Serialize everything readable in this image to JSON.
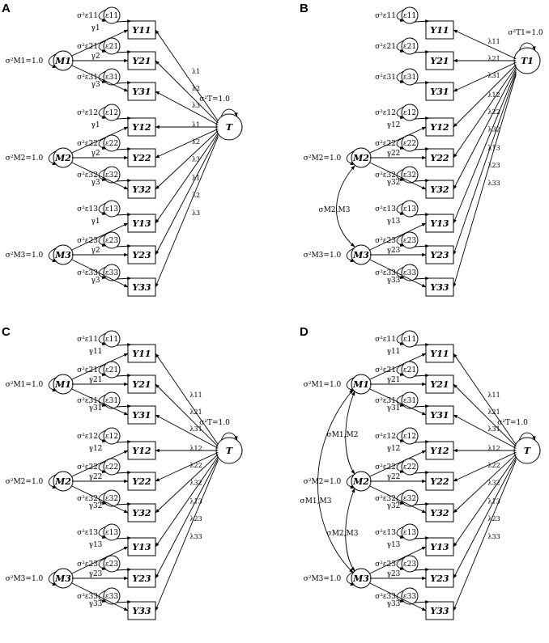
{
  "panels": [
    {
      "letter": "A",
      "m_labels": [
        "M1",
        "M2",
        "M3"
      ],
      "m_var_labels": [
        "σ²M1=1.0",
        "σ²M2=1.0",
        "σ²M3=1.0"
      ],
      "t_label": "T",
      "t_var_label": "σ²T=1.0",
      "gammas": [
        "γ1",
        "γ2",
        "γ3"
      ],
      "lambdas": [
        "λ1",
        "λ2",
        "λ3"
      ],
      "correlations": []
    },
    {
      "letter": "B",
      "m_labels": [
        "M2",
        "M3"
      ],
      "m_var_labels": [
        "σ²M2=1.0",
        "σ²M3=1.0"
      ],
      "t_label": "T1",
      "t_var_label": "σ²T1=1.0",
      "gammas": [
        "γ12",
        "γ22",
        "γ32",
        "γ13",
        "γ23",
        "γ33"
      ],
      "lambdas": [
        "λ11",
        "λ21",
        "λ31",
        "λ12",
        "λ22",
        "λ32",
        "λ13",
        "λ23",
        "λ33"
      ],
      "correlations": [
        "σM2,M3"
      ]
    },
    {
      "letter": "C",
      "m_labels": [
        "M1",
        "M2",
        "M3"
      ],
      "m_var_labels": [
        "σ²M1=1.0",
        "σ²M2=1.0",
        "σ²M3=1.0"
      ],
      "t_label": "T",
      "t_var_label": "σ²T=1.0",
      "gammas": [
        "γ11",
        "γ21",
        "γ31",
        "γ12",
        "γ22",
        "γ32",
        "γ13",
        "γ23",
        "γ33"
      ],
      "lambdas": [
        "λ11",
        "λ21",
        "λ31",
        "λ12",
        "λ22",
        "λ32",
        "λ13",
        "λ23",
        "λ33"
      ],
      "correlations": []
    },
    {
      "letter": "D",
      "m_labels": [
        "M1",
        "M2",
        "M3"
      ],
      "m_var_labels": [
        "σ²M1=1.0",
        "σ²M2=1.0",
        "σ²M3=1.0"
      ],
      "t_label": "T",
      "t_var_label": "σ²T=1.0",
      "gammas": [
        "γ11",
        "γ21",
        "γ31",
        "γ12",
        "γ22",
        "γ32",
        "γ13",
        "γ23",
        "γ33"
      ],
      "lambdas": [
        "λ11",
        "λ21",
        "λ31",
        "λ12",
        "λ22",
        "λ32",
        "λ13",
        "λ23",
        "λ33"
      ],
      "correlations": [
        "σM1,M2",
        "σM2,M3",
        "σM1,M3"
      ]
    }
  ],
  "indicators": [
    "Y11",
    "Y21",
    "Y31",
    "Y12",
    "Y22",
    "Y32",
    "Y13",
    "Y23",
    "Y33"
  ],
  "errors": [
    "ε11",
    "ε21",
    "ε31",
    "ε12",
    "ε22",
    "ε32",
    "ε13",
    "ε23",
    "ε33"
  ],
  "error_var_labels": [
    "σ²ε11",
    "σ²ε21",
    "σ²ε31",
    "σ²ε12",
    "σ²ε22",
    "σ²ε32",
    "σ²ε13",
    "σ²ε23",
    "σ²ε33"
  ]
}
